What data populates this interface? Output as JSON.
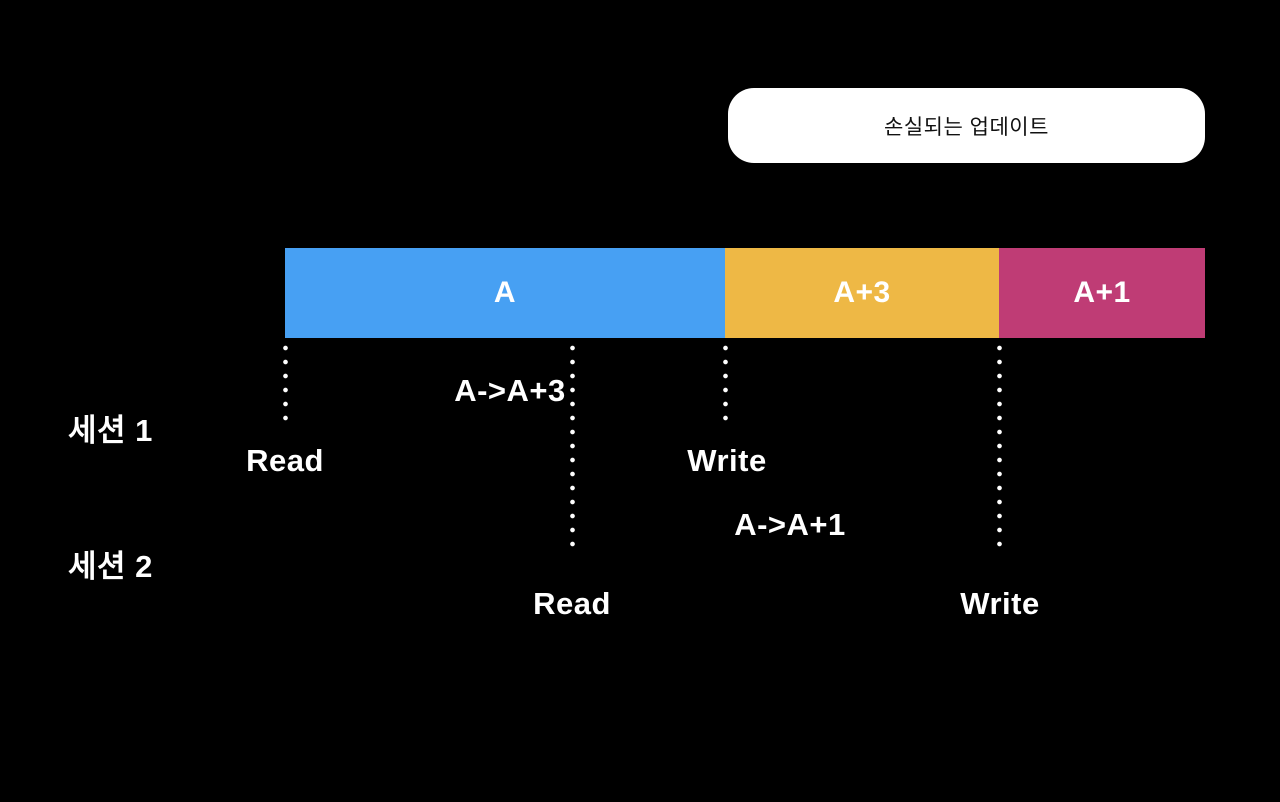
{
  "canvas": {
    "background": "#000000"
  },
  "callout": {
    "label": "손실되는 업데이트",
    "background": "#ffffff",
    "text_color": "#111111"
  },
  "value_bar": {
    "segments": [
      {
        "label": "A",
        "color": "#47A0F3"
      },
      {
        "label": "A+3",
        "color": "#EEB845"
      },
      {
        "label": "A+1",
        "color": "#BF3C75"
      }
    ],
    "label_color": "#ffffff"
  },
  "sessions": [
    {
      "name": "세션 1",
      "operation": "A->A+3",
      "read_label": "Read",
      "write_label": "Write"
    },
    {
      "name": "세션 2",
      "operation": "A->A+1",
      "read_label": "Read",
      "write_label": "Write"
    }
  ],
  "line_color": "#ffffff"
}
